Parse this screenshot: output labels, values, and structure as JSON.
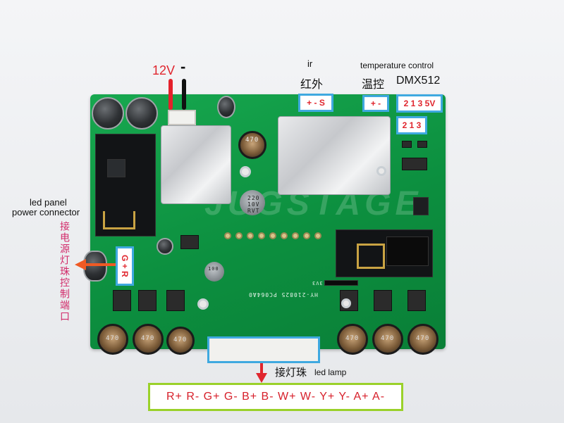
{
  "labels": {
    "power_voltage": "12V",
    "power_minus": "-",
    "ir_en": "ir",
    "ir_cn": "红外",
    "ir_pins": "+ - S",
    "temp_en": "temperature control",
    "temp_cn": "温控",
    "temp_pins": "+ -",
    "dmx_title": "DMX512",
    "dmx_pins_1": "2 1 3 5V",
    "dmx_pins_2": "2 1 3",
    "led_panel_line1": "led panel",
    "led_panel_line2": "power connector",
    "led_panel_cn": "接电源灯珠控制端口",
    "gr_pins": "G + R",
    "led_lamp_cn": "接灯珠",
    "led_lamp_en": "led lamp",
    "output_pins": "R+ R- G+ G- B+ B- W+ W- Y+ Y- A+ A-"
  },
  "silkscreen": {
    "board_code": "HY-210825 PC064A0",
    "comp_470": "470",
    "cap_220": "220",
    "cap_10v": "10V",
    "cap_rvt": "RVT",
    "cap_100": "100",
    "label_3v3": "3V3"
  },
  "colors": {
    "pcb": "#0c8f3f",
    "box_blue": "#3fa9e0",
    "box_green": "#9ad12a",
    "label_red": "#e0262e",
    "vertical_text": "#d22b6a"
  }
}
